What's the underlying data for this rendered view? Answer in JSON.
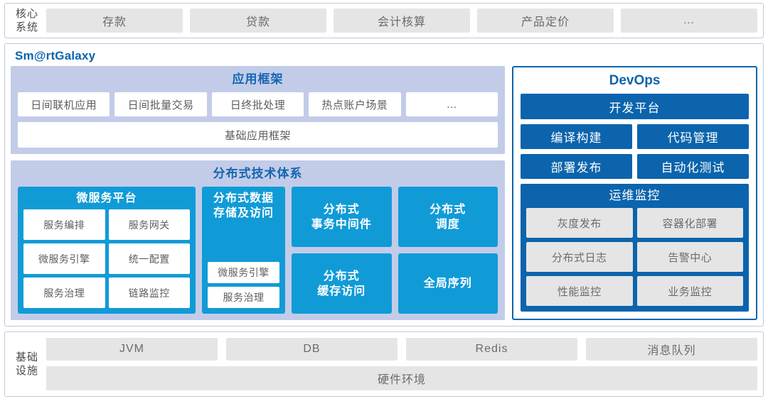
{
  "core_system": {
    "label": "核心\n系统",
    "label_line1": "核心",
    "label_line2": "系统",
    "items": [
      {
        "label": "存款"
      },
      {
        "label": "贷款"
      },
      {
        "label": "会计核算"
      },
      {
        "label": "产品定价"
      },
      {
        "label": "…"
      }
    ]
  },
  "galaxy": {
    "title": "Sm@rtGalaxy",
    "app_framework": {
      "title": "应用框架",
      "items": [
        {
          "label": "日间联机应用"
        },
        {
          "label": "日间批量交易"
        },
        {
          "label": "日终批处理"
        },
        {
          "label": "热点账户场景"
        },
        {
          "label": "…"
        }
      ],
      "base": "基础应用框架"
    },
    "distributed": {
      "title": "分布式技术体系",
      "microservice": {
        "title": "微服务平台",
        "items": [
          {
            "label": "服务编排"
          },
          {
            "label": "服务网关"
          },
          {
            "label": "微服务引擎"
          },
          {
            "label": "统一配置"
          },
          {
            "label": "服务治理"
          },
          {
            "label": "链路监控"
          }
        ]
      },
      "storage": {
        "title_line1": "分布式数据",
        "title_line2": "存储及访问",
        "items": [
          {
            "label": "微服务引擎"
          },
          {
            "label": "服务治理"
          }
        ]
      },
      "column3": [
        {
          "line1": "分布式",
          "line2": "事务中间件"
        },
        {
          "line1": "分布式",
          "line2": "缓存访问"
        }
      ],
      "column4": [
        {
          "line1": "分布式",
          "line2": "调度"
        },
        {
          "line1": "全局序列",
          "line2": ""
        }
      ]
    }
  },
  "devops": {
    "title": "DevOps",
    "platform": "开发平台",
    "tiles": [
      {
        "label": "编译构建"
      },
      {
        "label": "代码管理"
      },
      {
        "label": "部署发布"
      },
      {
        "label": "自动化测试"
      }
    ],
    "ops": {
      "title": "运维监控",
      "items": [
        {
          "label": "灰度发布"
        },
        {
          "label": "容器化部署"
        },
        {
          "label": "分布式日志"
        },
        {
          "label": "告警中心"
        },
        {
          "label": "性能监控"
        },
        {
          "label": "业务监控"
        }
      ]
    }
  },
  "infrastructure": {
    "label_line1": "基础",
    "label_line2": "设施",
    "items": [
      {
        "label": "JVM"
      },
      {
        "label": "DB"
      },
      {
        "label": "Redis"
      },
      {
        "label": "消息队列"
      }
    ],
    "hardware": "硬件环境"
  },
  "colors": {
    "accent_blue": "#109bd7",
    "deep_blue": "#0b64ac",
    "lavender": "#c2cce8",
    "gray_box": "#e5e5e5",
    "border_gray": "#c9c9c9"
  }
}
